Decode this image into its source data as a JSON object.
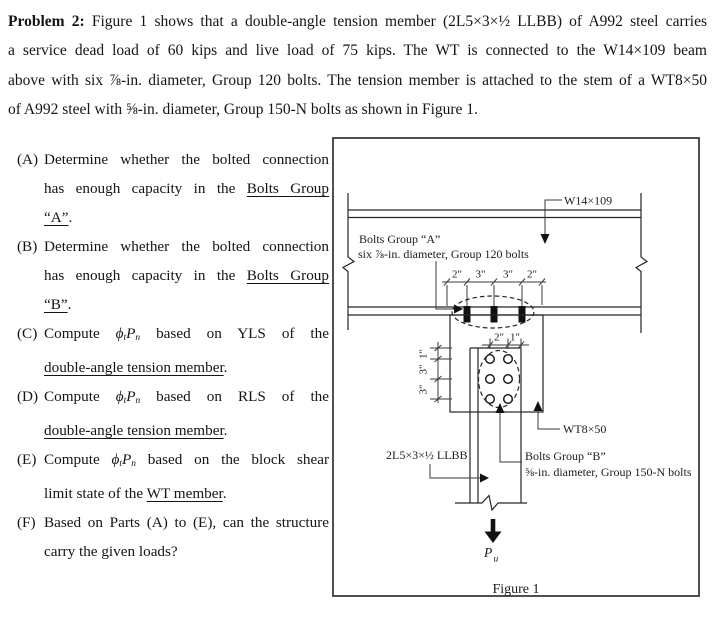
{
  "page": {
    "background": "#ffffff",
    "text_color": "#141414",
    "line_color": "#262626"
  },
  "problem": {
    "lines": [
      {
        "seg": [
          {
            "t": "Problem 2:",
            "b": 1
          },
          {
            "t": " Figure 1 shows that a double-angle tension member (2L5×3×½ LLBB) of A992 steel carries"
          }
        ]
      },
      {
        "seg": [
          {
            "t": "a service dead load of 60 kips and live load of 75 kips. The WT is connected to the W14×109 beam"
          }
        ]
      },
      {
        "seg": [
          {
            "t": "above with six ⅞-in. diameter, Group 120 bolts. The tension member is attached to the stem of a WT8×50"
          }
        ]
      },
      {
        "seg": [
          {
            "t": "of A992 steel with ⅝-in. diameter, Group 150-N bolts as shown in Figure 1."
          }
        ],
        "last": 1
      }
    ]
  },
  "items": [
    {
      "marker": "(A)",
      "lines": [
        {
          "seg": [
            {
              "t": "Determine whether the bolted connection"
            }
          ]
        },
        {
          "seg": [
            {
              "t": "has enough capacity in the "
            },
            {
              "t": "Bolts Group",
              "u": 1
            }
          ]
        },
        {
          "seg": [
            {
              "t": "“A”",
              "u": 1
            },
            {
              "t": "."
            }
          ],
          "last": 1
        }
      ]
    },
    {
      "marker": "(B)",
      "lines": [
        {
          "seg": [
            {
              "t": "Determine whether the bolted connection"
            }
          ]
        },
        {
          "seg": [
            {
              "t": "has enough capacity in the "
            },
            {
              "t": "Bolts Group",
              "u": 1
            }
          ]
        },
        {
          "seg": [
            {
              "t": "“B”",
              "u": 1
            },
            {
              "t": "."
            }
          ],
          "last": 1
        }
      ]
    },
    {
      "marker": "(C)",
      "lines": [
        {
          "seg": [
            {
              "t": "Compute "
            },
            {
              "t": "ϕ",
              "i": 1
            },
            {
              "t": "t",
              "i": 1,
              "sub": 1
            },
            {
              "t": "P",
              "i": 1
            },
            {
              "t": "n",
              "i": 1,
              "sub": 1
            },
            {
              "t": " based on YLS of the"
            }
          ]
        },
        {
          "seg": [
            {
              "t": "double-angle tension member",
              "u": 1
            },
            {
              "t": "."
            }
          ],
          "last": 1
        }
      ]
    },
    {
      "marker": "(D)",
      "lines": [
        {
          "seg": [
            {
              "t": "Compute "
            },
            {
              "t": "ϕ",
              "i": 1
            },
            {
              "t": "t",
              "i": 1,
              "sub": 1
            },
            {
              "t": "P",
              "i": 1
            },
            {
              "t": "n",
              "i": 1,
              "sub": 1
            },
            {
              "t": " based on RLS of the"
            }
          ]
        },
        {
          "seg": [
            {
              "t": "double-angle tension member",
              "u": 1
            },
            {
              "t": "."
            }
          ],
          "last": 1
        }
      ]
    },
    {
      "marker": "(E)",
      "lines": [
        {
          "seg": [
            {
              "t": "Compute "
            },
            {
              "t": "ϕ",
              "i": 1
            },
            {
              "t": "t",
              "i": 1,
              "sub": 1
            },
            {
              "t": "P",
              "i": 1
            },
            {
              "t": "n",
              "i": 1,
              "sub": 1
            },
            {
              "t": " based on the block shear"
            }
          ]
        },
        {
          "seg": [
            {
              "t": "limit state of the "
            },
            {
              "t": "WT member",
              "u": 1
            },
            {
              "t": "."
            }
          ],
          "last": 1
        }
      ]
    },
    {
      "marker": "(F)",
      "lines": [
        {
          "seg": [
            {
              "t": "Based on Parts (A) to (E), can the structure"
            }
          ]
        },
        {
          "seg": [
            {
              "t": "carry the given loads?"
            }
          ],
          "last": 1
        }
      ]
    }
  ],
  "figure": {
    "caption": "Figure 1",
    "labels": {
      "beam": "W14×109",
      "wt": "WT8×50",
      "angle": "2L5×3×½ LLBB",
      "load_main": "P",
      "load_sub": "u",
      "groupA_title": "Bolts Group “A”",
      "groupA_desc": "six ⅞-in. diameter, Group 120 bolts",
      "groupB_title": "Bolts Group “B”",
      "groupB_desc": "⅝-in. diameter, Group 150-N bolts"
    },
    "dims": {
      "groupA_spacing": [
        "2\"",
        "3\"",
        "3\"",
        "2\""
      ],
      "groupB_horizontal": [
        "2\"",
        "1\""
      ],
      "groupB_vertical": [
        "1\"",
        "3\"",
        "3\""
      ]
    }
  }
}
